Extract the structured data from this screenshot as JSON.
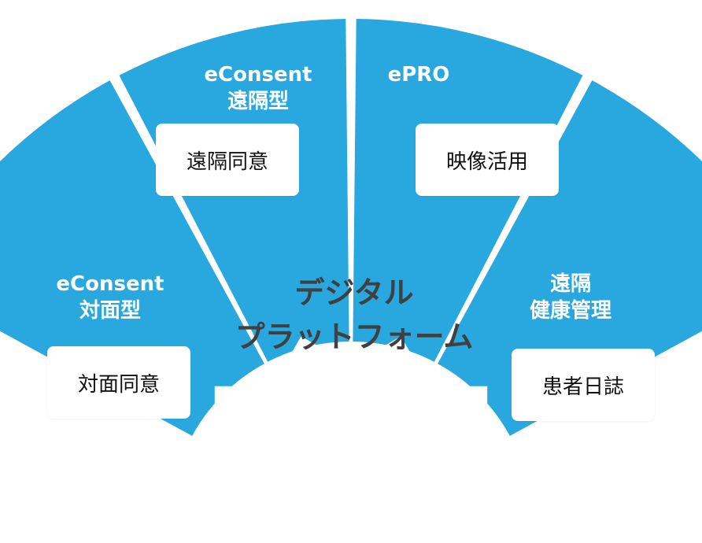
{
  "colors": {
    "segment": "#29a8df",
    "card": "#ffffff",
    "center_text": "#404040",
    "segment_text": "#ffffff"
  },
  "center": {
    "line1": "デジタル",
    "line2": "プラットフォーム"
  },
  "segments": [
    {
      "id": "econsent-face",
      "title_line1": "eConsent",
      "title_line2": "対面型",
      "card": "対面同意"
    },
    {
      "id": "econsent-remote",
      "title_line1": "eConsent",
      "title_line2": "遠隔型",
      "card": "遠隔同意"
    },
    {
      "id": "epro",
      "title_line1": "ePRO",
      "title_line2": "",
      "card": "映像活用"
    },
    {
      "id": "remote-health",
      "title_line1": "遠隔",
      "title_line2": "健康管理",
      "card": "患者日誌"
    }
  ]
}
